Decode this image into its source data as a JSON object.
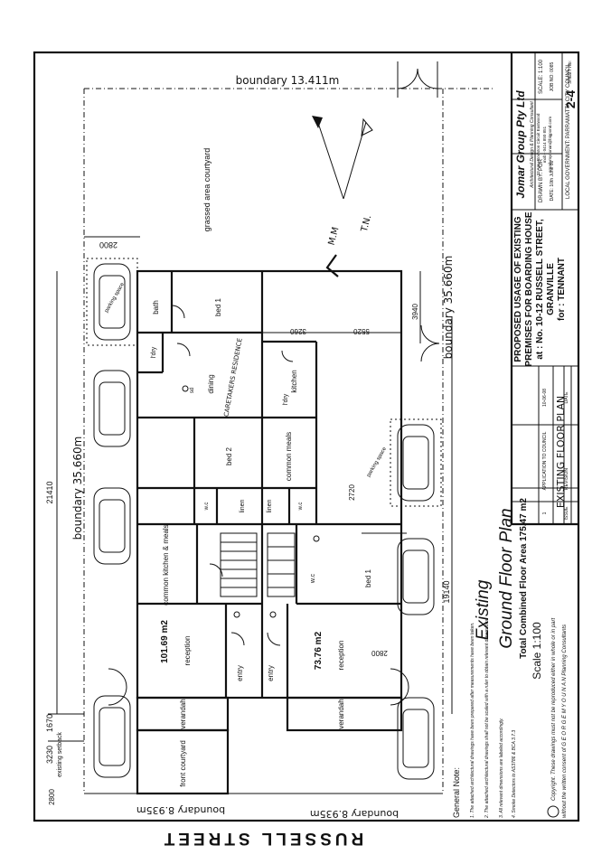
{
  "drawing": {
    "street_name": "RUSSELL STREET",
    "boundary_top": "boundary 13.411m",
    "boundary_left": "boundary 35.660m",
    "boundary_right": "boundary 35.660m",
    "boundary_bottom_left": "boundary 8.935m",
    "boundary_bottom_right": "boundary 8.935m",
    "north_labels": {
      "magnetic": "M.M",
      "true": "T.N."
    },
    "dims": {
      "d21410": "21410",
      "d19140": "19140",
      "d2800_top": "2800",
      "d2800_bl": "2800",
      "d2800_br": "2800",
      "d3230": "3230",
      "existing_setback": "existing setback",
      "d1670": "1670",
      "d3260": "3260",
      "d5520": "5520",
      "d3940": "3940",
      "d2720": "2720"
    },
    "areas": {
      "grassed": "grassed area courtyard",
      "front_courtyard": "front courtyard",
      "left_area": "101.69 m2",
      "right_area": "73.76 m2"
    },
    "rooms": {
      "bath": "bath",
      "bed1_left": "bed 1",
      "ldry_left": "l'dry",
      "dining": "dining",
      "caretaker": "CARETAKERS RESIDENCE",
      "kitchen": "kitchen",
      "ldry_right": "l'dry",
      "bed2": "bed 2",
      "common_meals": "common meals",
      "wc_left": "w.c",
      "wc_right": "w.c",
      "linen_left": "linen",
      "linen_right": "linen",
      "common_kitchen": "common kitchen & meals",
      "wc_middle": "w.c",
      "bed1_right": "bed 1",
      "reception_left": "reception",
      "reception_right": "reception",
      "entry_left": "entry",
      "entry_right": "entry",
      "verandah_left": "verandah",
      "verandah_right": "verandah",
      "sd": "sd"
    },
    "parking_label": "parking space"
  },
  "plan_title": {
    "line1": "Existing",
    "line2": "Ground Floor Plan",
    "total": "Total Combined Floor Area 175.47 m2",
    "scale": "Scale 1:100"
  },
  "notes": {
    "heading": "General Note:",
    "items": [
      "1. The attached architectural drawings have been prepared after measurements have been taken.",
      "2. The attached architectural drawings shall not be scaled with a ruler to obtain relevant dimensions.",
      "3. All relevant dimensions are labeled accordingly.",
      "4. Smoke Detectors to AS3786 & BCA 3.7.3"
    ],
    "copyright_line1": "Copyright. These drawings must not be reproduced either in whole or in part",
    "copyright_line2": "without the written consent of G E O R G E M Y O U N A N Planning Consultants"
  },
  "title_block": {
    "company": "Jomar Group Pty Ltd",
    "company_sub": "Architectural Design & Planning Consultant",
    "company_addr": "23 Amy Rowston Circuit Eastwood",
    "company_mob": "mob - 0414 850 851",
    "company_email": "email: myounan@bigpond.com",
    "project_l1": "PROPOSED USAGE OF EXISTING",
    "project_l2": "PREMISES FOR BOARDING HOUSE",
    "project_l3": "at : No. 10-12 RUSSELL STREET,",
    "project_l4": "GRANVILLE",
    "project_l5": "for : TENNANT",
    "sheet_title": "EXISTING FLOOR PLAN",
    "council": "LOCAL GOVERNMENT: PARRAMATTA CITY COUNCIL",
    "scale": "SCALE: 1:100",
    "drawn": "DRAWN BY: PGR",
    "sheet_label": "SHEET No:",
    "sheet_no": "2-4",
    "job_no": "JOB NO: 0085",
    "date": "DATE: 10th June 08",
    "rev_app": "APPLICATION TO COUNCIL",
    "rev_date": "10-06-08",
    "col_date": "DATE",
    "col_issue": "ISSUE",
    "col_revision": "REVISION",
    "rev_issue": "1"
  }
}
